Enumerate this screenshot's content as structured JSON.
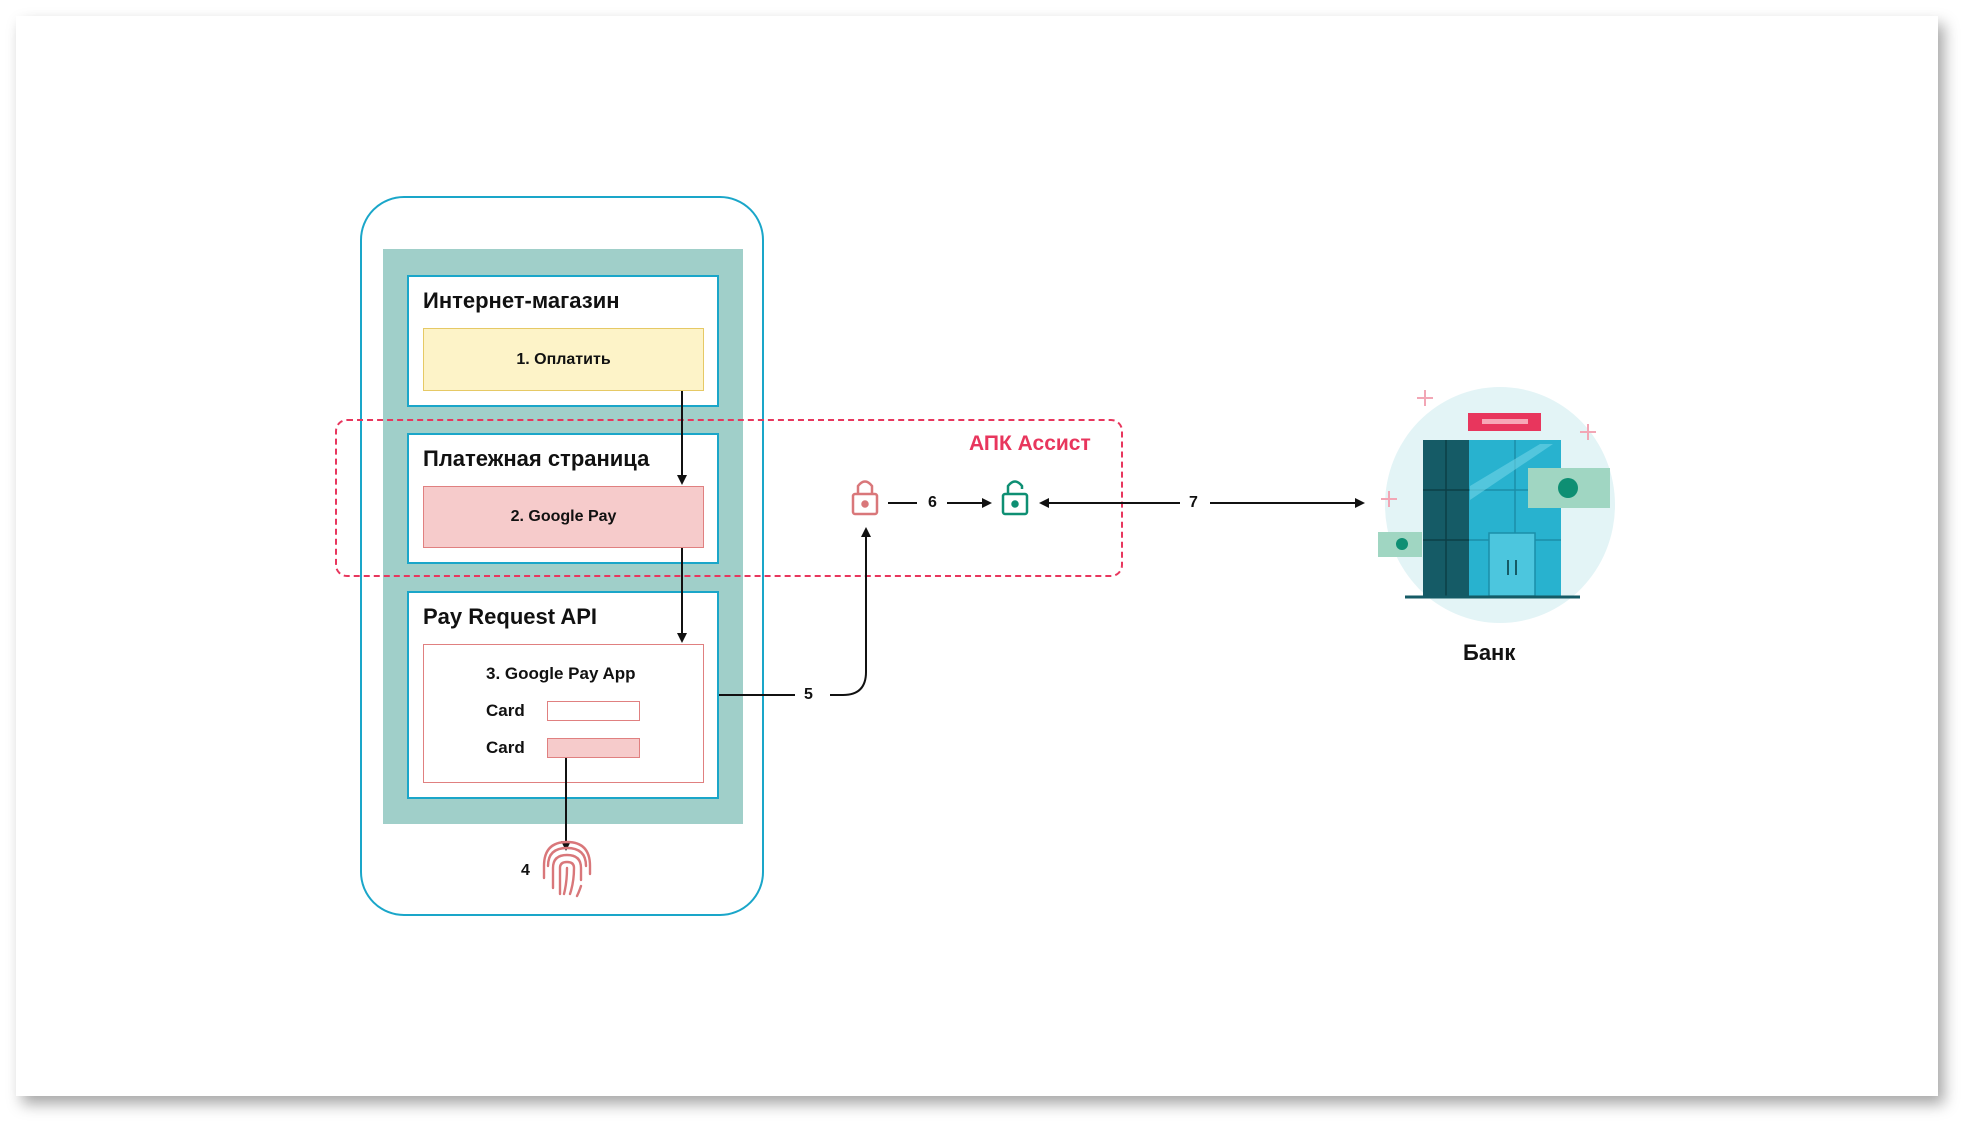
{
  "phone": {
    "shop_title": "Интернет-магазин",
    "pay_button": "1. Оплатить",
    "payment_page_title": "Платежная страница",
    "google_pay_button": "2. Google Pay",
    "api_title": "Pay Request API",
    "google_pay_app_title": "3. Google Pay App",
    "card_label_1": "Card",
    "card_label_2": "Card"
  },
  "steps": {
    "step4": "4",
    "step5": "5",
    "step6": "6",
    "step7": "7"
  },
  "assist": {
    "label": "АПК Ассист"
  },
  "bank": {
    "label": "Банк"
  },
  "colors": {
    "accent_cyan": "#1aa6c9",
    "screen_teal": "#a0cfc9",
    "assist_red": "#e8365d",
    "lock_red": "#d9777a",
    "lock_green": "#0e8f73",
    "card_yellow": "#fdf3c8",
    "card_pink": "#f6cbcb"
  },
  "icons": [
    "lock-closed-icon",
    "lock-open-icon",
    "fingerprint-icon",
    "bank-building-icon"
  ]
}
